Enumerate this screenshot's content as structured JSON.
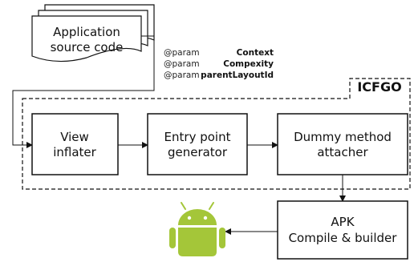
{
  "source_doc": {
    "line1": "Application",
    "line2": "source code"
  },
  "params": [
    {
      "key": "@param",
      "value": "Context"
    },
    {
      "key": "@param",
      "value": "Compexity"
    },
    {
      "key": "@param",
      "value": "parentLayoutId"
    }
  ],
  "group": {
    "label": "ICFGO"
  },
  "nodes": {
    "view_inflater": {
      "line1": "View",
      "line2": "inflater"
    },
    "entry_point": {
      "line1": "Entry point",
      "line2": "generator"
    },
    "dummy_method": {
      "line1": "Dummy method",
      "line2": "attacher"
    },
    "apk_builder": {
      "line1": "APK",
      "line2": "Compile & builder"
    }
  },
  "colors": {
    "android_green": "#A4C639",
    "stroke": "#111111"
  },
  "icons": {
    "android": "android-robot-icon"
  }
}
